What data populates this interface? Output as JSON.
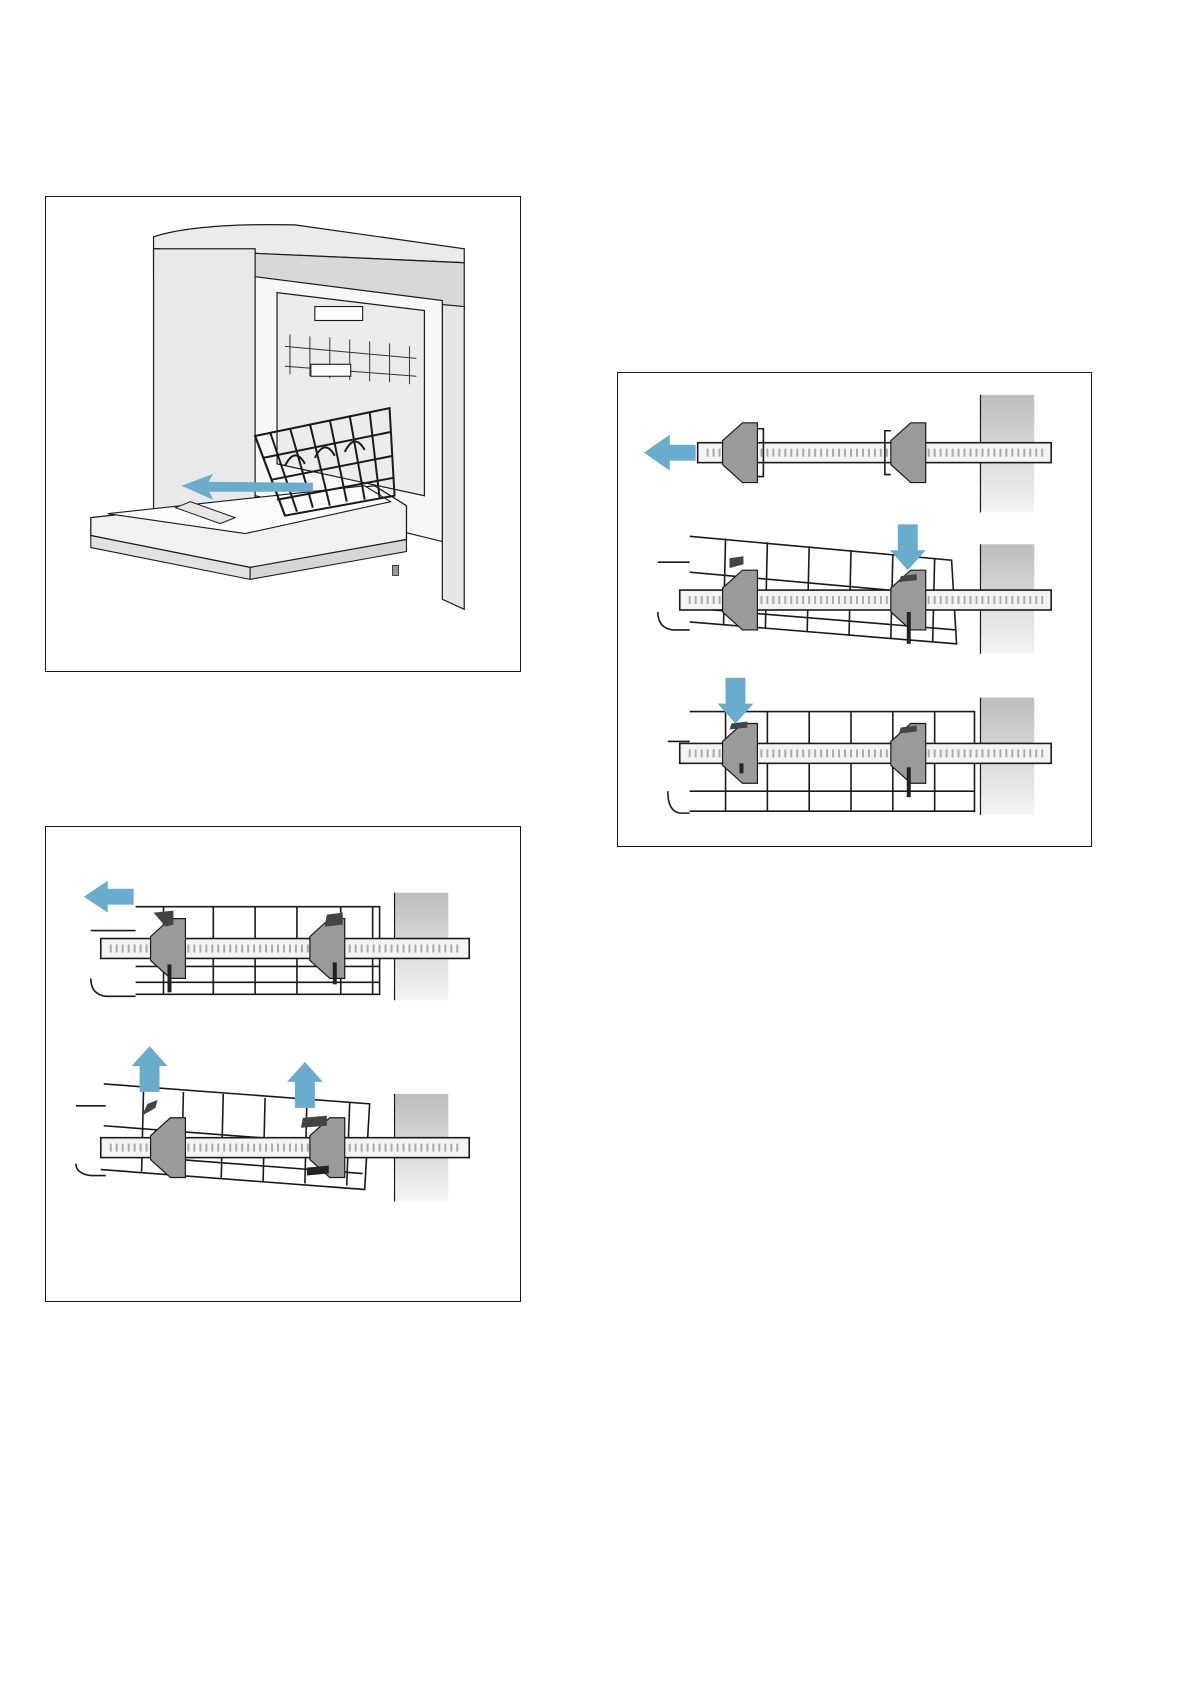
{
  "figures": [
    {
      "id": "dishwasher",
      "icon": "dishwasher-lower-basket-pull-out-illustration",
      "arrow": "pull-out-arrow"
    },
    {
      "id": "remove",
      "icon": "basket-rail-removal-illustration",
      "steps": [
        "slide-left-arrow",
        "lift-up-arrows"
      ]
    },
    {
      "id": "insert",
      "icon": "basket-rail-insertion-illustration",
      "steps": [
        "rail-pull-arrow",
        "press-down-arrow",
        "press-down-arrow"
      ]
    }
  ],
  "colors": {
    "arrow": "#6aaccb",
    "line": "#1a1a1a",
    "clip": "#9a9a9a",
    "rail_fill": "#f4f4f4",
    "wall_top": "#bdbdbd",
    "wall_bottom": "#f4f4f4"
  }
}
